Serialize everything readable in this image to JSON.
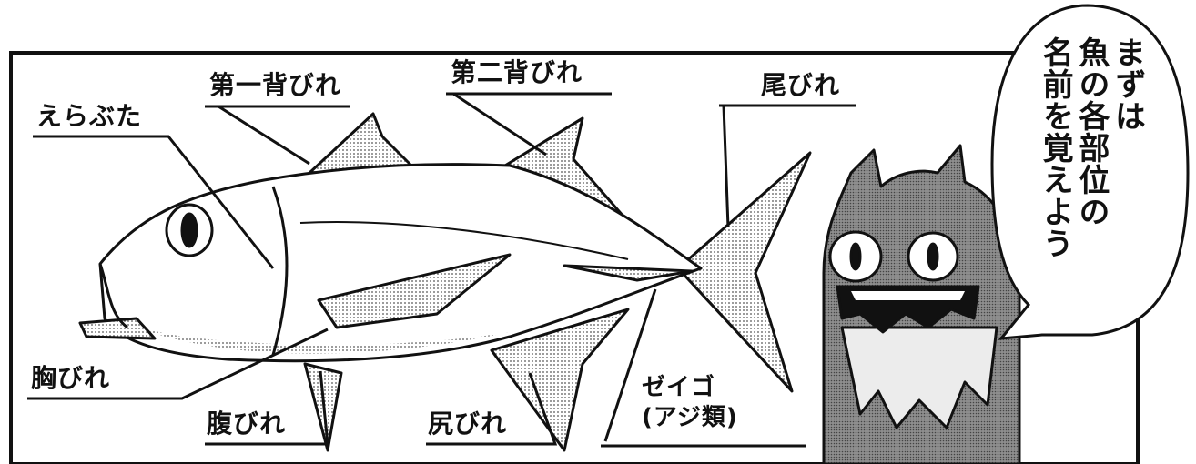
{
  "labels": {
    "gill_cover": "えらぶた",
    "first_dorsal_fin": "第一背びれ",
    "second_dorsal_fin": "第二背びれ",
    "caudal_fin": "尾びれ",
    "pectoral_fin": "胸びれ",
    "pelvic_fin": "腹びれ",
    "anal_fin": "尻びれ",
    "scutes": "ゼイゴ\n(アジ類)"
  },
  "speech_bubble": {
    "lines": [
      "まずは",
      "魚の各部位の",
      "名前を覚えよう"
    ]
  },
  "colors": {
    "ink": "#111111",
    "character_fill": "#9a9a9a",
    "shade_fill": "#d6d6d6",
    "paper": "#ffffff"
  },
  "icons": [
    "fish-illustration",
    "monster-character",
    "speech-bubble"
  ]
}
